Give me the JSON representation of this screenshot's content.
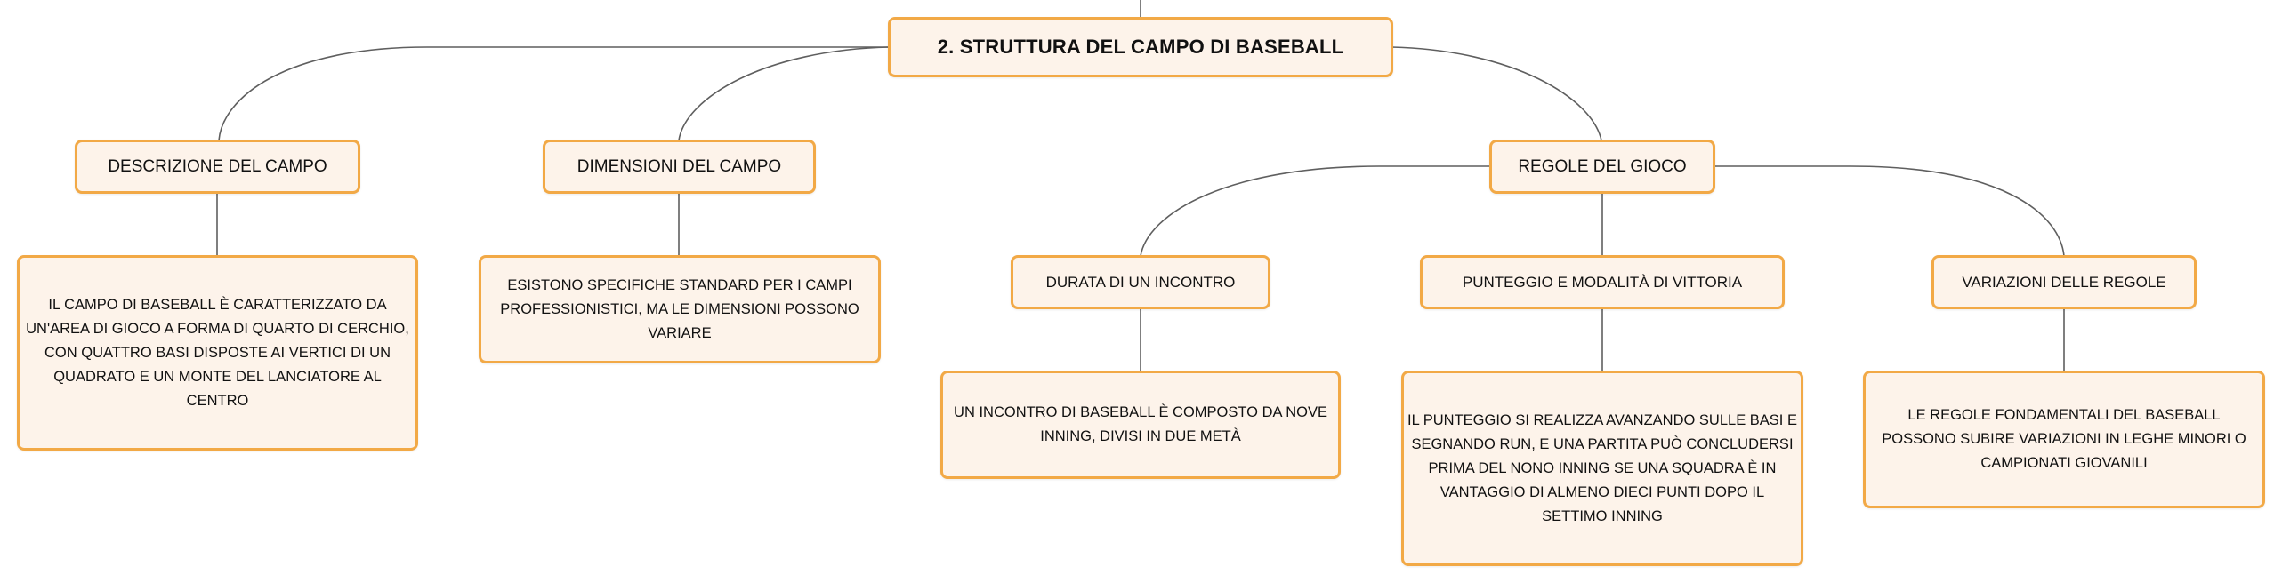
{
  "mind_map": {
    "root": "2. STRUTTURA DEL CAMPO DI BASEBALL",
    "branches": [
      {
        "title": "DESCRIZIONE DEL CAMPO",
        "detail": "IL CAMPO DI BASEBALL È CARATTERIZZATO DA UN'AREA DI GIOCO A FORMA DI QUARTO DI CERCHIO, CON QUATTRO BASI DISPOSTE AI VERTICI DI UN QUADRATO E UN MONTE DEL LANCIATORE AL CENTRO"
      },
      {
        "title": "DIMENSIONI DEL CAMPO",
        "detail": "ESISTONO SPECIFICHE STANDARD PER I CAMPI PROFESSIONISTICI, MA LE DIMENSIONI POSSONO VARIARE"
      },
      {
        "title": "REGOLE DEL GIOCO",
        "children": [
          {
            "title": "DURATA DI UN INCONTRO",
            "detail": "UN INCONTRO DI BASEBALL È COMPOSTO DA NOVE INNING, DIVISI IN DUE METÀ"
          },
          {
            "title": "PUNTEGGIO E MODALITÀ DI VITTORIA",
            "detail": "IL PUNTEGGIO SI REALIZZA AVANZANDO SULLE BASI E SEGNANDO RUN, E UNA PARTITA PUÒ CONCLUDERSI PRIMA DEL NONO INNING SE UNA SQUADRA È IN VANTAGGIO DI ALMENO DIECI PUNTI DOPO IL SETTIMO INNING"
          },
          {
            "title": "VARIAZIONI DELLE REGOLE",
            "detail": "LE REGOLE FONDAMENTALI DEL BASEBALL POSSONO SUBIRE VARIAZIONI IN LEGHE MINORI O CAMPIONATI GIOVANILI"
          }
        ]
      }
    ]
  },
  "colors": {
    "node_fill": "#fdf3ea",
    "node_border": "#f2a946",
    "connector": "#5f5f5f",
    "text": "#111111"
  }
}
